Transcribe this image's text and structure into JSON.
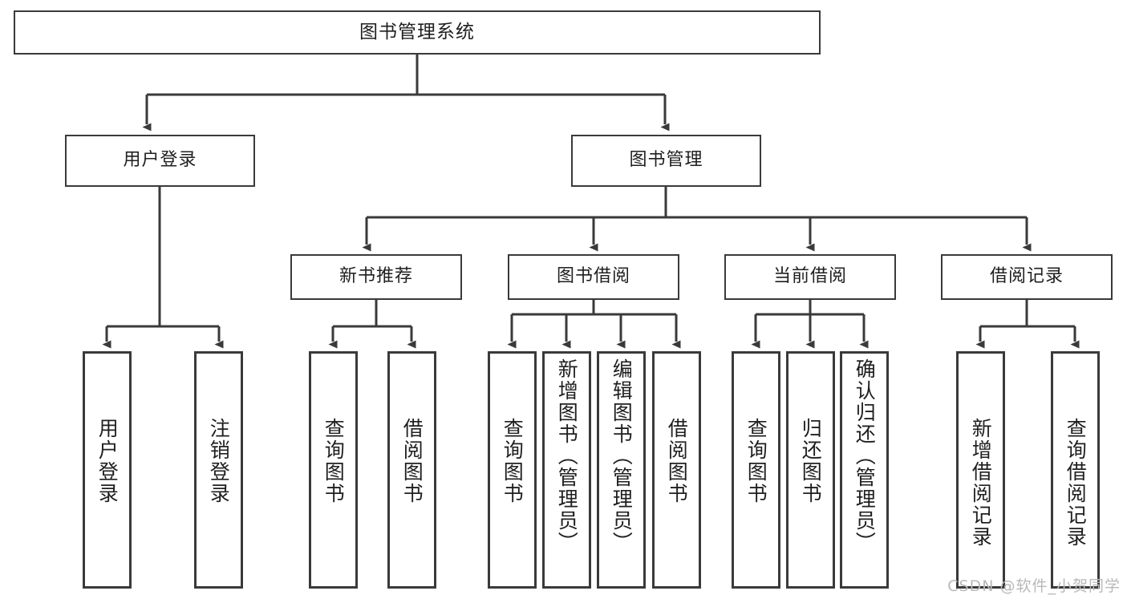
{
  "diagram": {
    "type": "tree",
    "title": "图书管理系统",
    "watermark": "CSDN @软件_小贺同学",
    "colors": {
      "stroke": "#3a3a3a",
      "fill": "#ffffff",
      "text": "#1f1f1f",
      "watermark": "#b9b9b9"
    },
    "nodes": {
      "root": {
        "label": "图书管理系统"
      },
      "level1": [
        {
          "label": "用户登录"
        },
        {
          "label": "图书管理"
        }
      ],
      "level2": [
        {
          "label": "新书推荐"
        },
        {
          "label": "图书借阅"
        },
        {
          "label": "当前借阅"
        },
        {
          "label": "借阅记录"
        }
      ],
      "leaves": {
        "user_login": [
          {
            "label": "用户登录"
          },
          {
            "label": "注销登录"
          }
        ],
        "new_book_recommend": [
          {
            "label": "查询图书"
          },
          {
            "label": "借阅图书"
          }
        ],
        "book_borrow": [
          {
            "label": "查询图书"
          },
          {
            "label": "新增图书（管理员）"
          },
          {
            "label": "编辑图书（管理员）"
          },
          {
            "label": "借阅图书"
          }
        ],
        "current_borrow": [
          {
            "label": "查询图书"
          },
          {
            "label": "归还图书"
          },
          {
            "label": "确认归还（管理员）"
          }
        ],
        "borrow_record": [
          {
            "label": "新增借阅记录"
          },
          {
            "label": "查询借阅记录"
          }
        ]
      }
    }
  }
}
